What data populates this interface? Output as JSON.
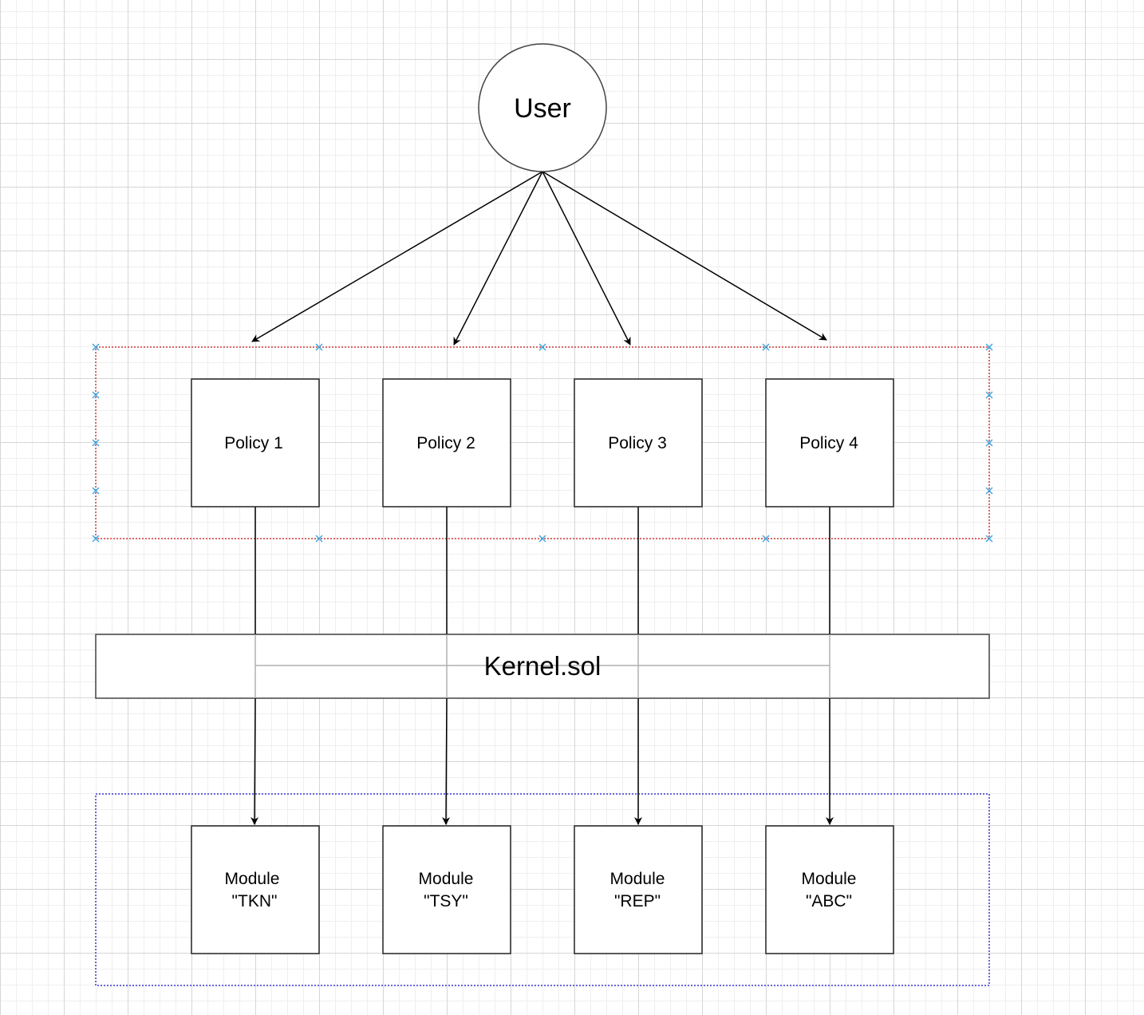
{
  "diagram": {
    "user": {
      "label": "User"
    },
    "policies": [
      {
        "label": "Policy 1"
      },
      {
        "label": "Policy 2"
      },
      {
        "label": "Policy 3"
      },
      {
        "label": "Policy 4"
      }
    ],
    "kernel": {
      "label": "Kernel.sol"
    },
    "modules": [
      {
        "line1": "Module",
        "line2": "\"TKN\""
      },
      {
        "line1": "Module",
        "line2": "\"TSY\""
      },
      {
        "line1": "Module",
        "line2": "\"REP\""
      },
      {
        "line1": "Module",
        "line2": "\"ABC\""
      }
    ],
    "colors": {
      "policy_group_border": "#d43a3a",
      "module_group_border": "#3a3ad0",
      "selection_handles": "#3aa5e0",
      "node_stroke": "#222222",
      "inner_connector": "#b0b0b0"
    }
  }
}
